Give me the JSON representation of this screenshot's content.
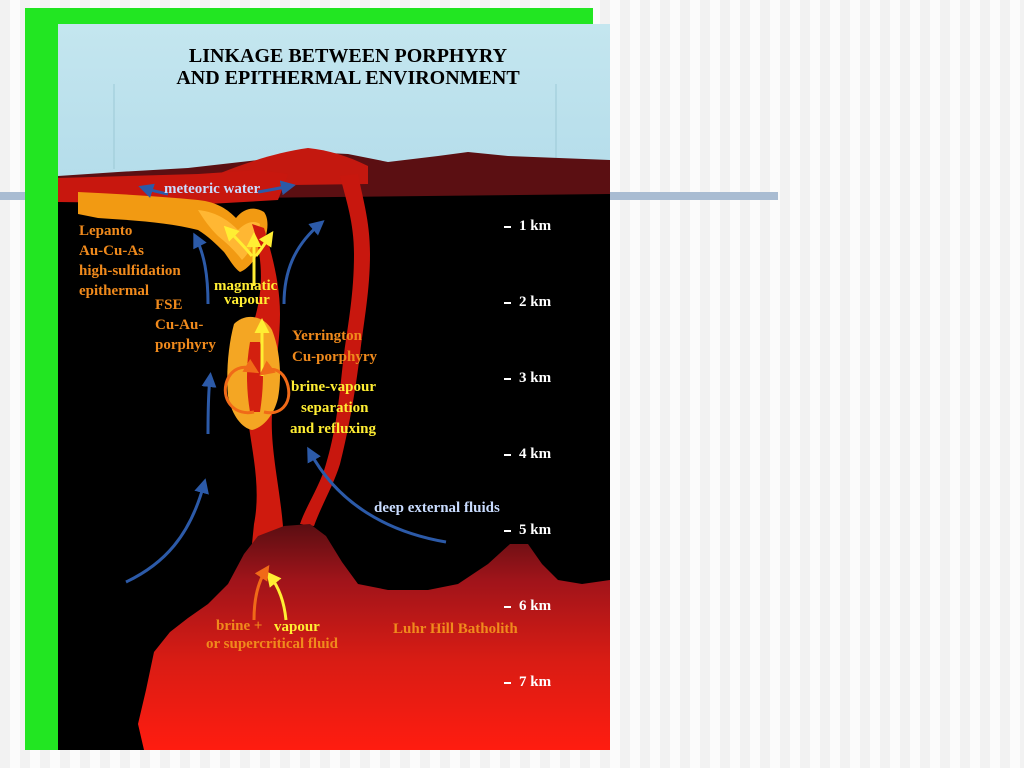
{
  "title_line1": "LINKAGE BETWEEN PORPHYRY",
  "title_line2": "AND EPITHERMAL ENVIRONMENT",
  "labels": {
    "meteoric_water": "meteoric water",
    "lepanto": [
      "Lepanto",
      "Au-Cu-As",
      "high-sulfidation",
      "epithermal"
    ],
    "magmatic_vapour": [
      "magmatic",
      "vapour"
    ],
    "fse": [
      "FSE",
      "Cu-Au-",
      "porphyry"
    ],
    "yerrington": [
      "Yerrington",
      "Cu-porphyry"
    ],
    "brine_vapour": [
      "brine-vapour",
      "separation",
      "and refluxing"
    ],
    "deep_external_fluids": "deep external fluids",
    "brine_plus": "brine +",
    "vapour": "vapour",
    "supercritical": "or supercritical fluid",
    "batholith": "Luhr Hill Batholith"
  },
  "depth_scale": [
    "1 km",
    "2 km",
    "3 km",
    "4 km",
    "5 km",
    "6 km",
    "7 km"
  ],
  "colors": {
    "sky": "#bde3ee",
    "frame": "#22e622",
    "magma": "#d71a0c",
    "orange_label": "#f08a1c",
    "yellow_label": "#ffee33",
    "fluid_arrow": "#2c5aa8"
  }
}
